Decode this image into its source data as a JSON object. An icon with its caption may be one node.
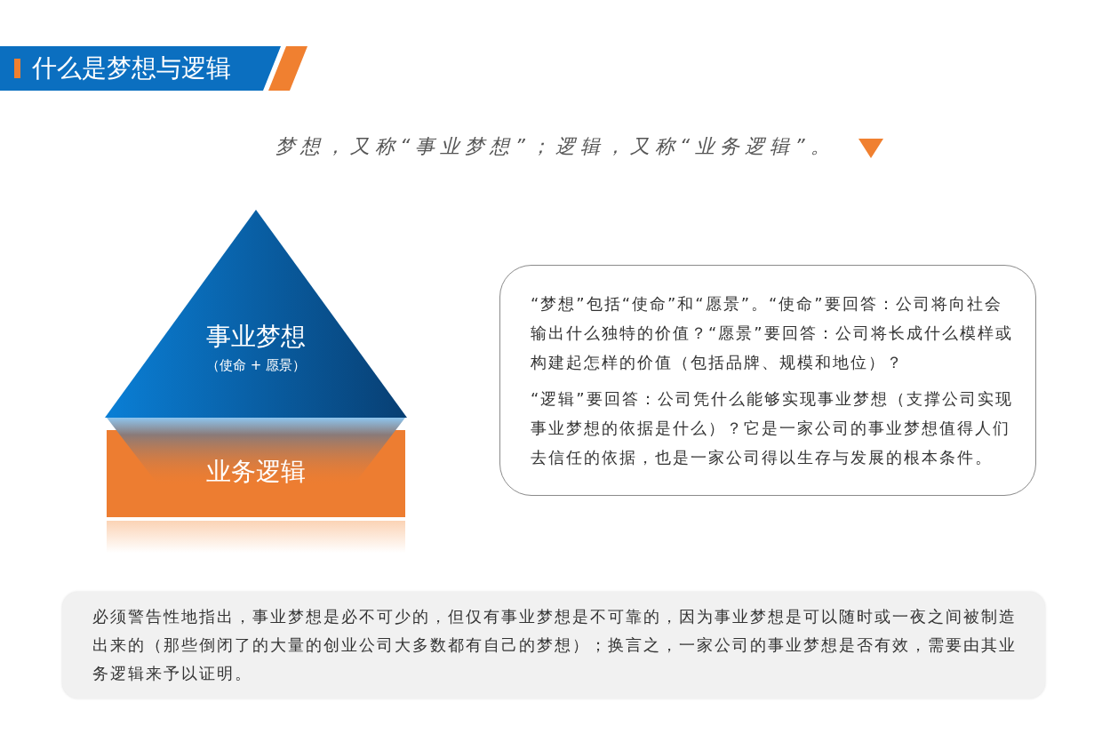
{
  "diagram": {
    "title": "什么是梦想与逻辑",
    "nodes": [
      {
        "text": [
          "事业梦想",
          "（使命 + 愿景）"
        ]
      },
      {
        "text": [
          "业务逻辑"
        ]
      },
      {
        "text": [
          "“梦想”包括“使命”和“愿景”。“使命”要回答：公司将向社会输出什么独特的价值？“愿景”要回答：公司将长成什么模样或构建起怎样的价值（包括品牌、规模和地位）？",
          "“逻辑”要回答：公司凭什么能够实现事业梦想（支撑公司实现事业梦想的依据是什么）？它是一家公司的事业梦想值得人们去信任的依据，也是一家公司得以生存与发展的根本条件。"
        ]
      },
      {
        "text": [
          "必须警告性地指出，事业梦想是必不可少的，但仅有事业梦想是不可靠的，因为事业梦想是可以随时或一夜之间被制造出来的（那些倒闭了的大量的创业公司大多数都有自己的梦想）；换言之，一家公司的事业梦想是否有效，需要由其业务逻辑来予以证明。"
        ]
      }
    ],
    "labels": [
      "梦想，又称“事业梦想”；逻辑，又称“业务逻辑”。"
    ]
  }
}
